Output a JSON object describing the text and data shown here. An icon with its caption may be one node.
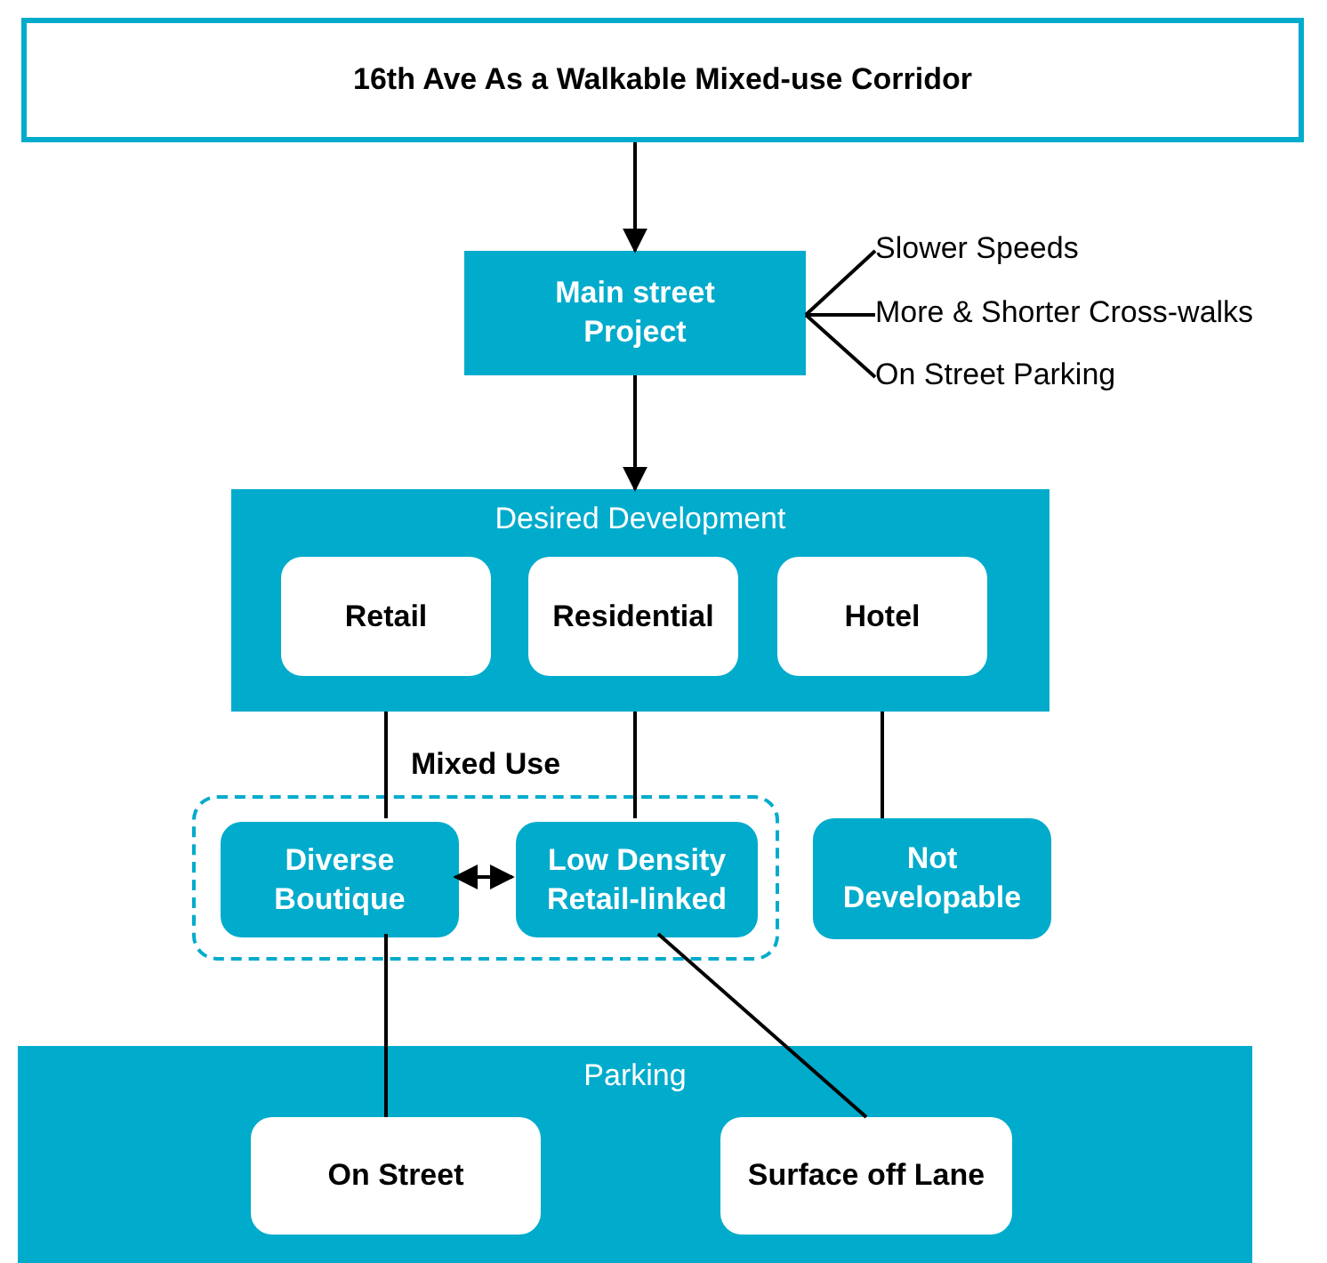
{
  "diagram": {
    "nodes": [
      {
        "text": [
          "16th Ave As a Walkable Mixed-use Corridor"
        ]
      },
      {
        "text": [
          "Main street Project"
        ]
      },
      {
        "text": [
          "Slower Speeds"
        ]
      },
      {
        "text": [
          "More & Shorter Cross-walks"
        ]
      },
      {
        "text": [
          "On Street Parking"
        ]
      },
      {
        "text": [
          "Desired Development"
        ]
      },
      {
        "text": [
          "Retail"
        ],
        "in": 5
      },
      {
        "text": [
          "Residential"
        ],
        "in": 5
      },
      {
        "text": [
          "Hotel"
        ],
        "in": 5
      },
      {
        "text": [
          "Mixed Use"
        ]
      },
      {
        "text": [
          "Diverse Boutique"
        ],
        "in": 9
      },
      {
        "text": [
          "Low Density Retail-linked"
        ],
        "in": 9
      },
      {
        "text": [
          "Not Developable"
        ]
      },
      {
        "text": [
          "Parking"
        ]
      },
      {
        "text": [
          "On Street"
        ],
        "in": 13
      },
      {
        "text": [
          "Surface off Lane"
        ],
        "in": 13
      }
    ],
    "edges": [
      {
        "from": 0,
        "to": 1,
        "arrow": "to"
      },
      {
        "from": 1,
        "to": 2,
        "arrow": "none"
      },
      {
        "from": 1,
        "to": 3,
        "arrow": "none"
      },
      {
        "from": 1,
        "to": 4,
        "arrow": "none"
      },
      {
        "from": 1,
        "to": 5,
        "arrow": "to"
      },
      {
        "from": 5,
        "to": 10,
        "arrow": "none"
      },
      {
        "from": 5,
        "to": 11,
        "arrow": "none"
      },
      {
        "from": 5,
        "to": 12,
        "arrow": "none"
      },
      {
        "from": 10,
        "to": 11,
        "arrow": "both"
      },
      {
        "from": 10,
        "to": 14,
        "arrow": "none"
      },
      {
        "from": 11,
        "to": 15,
        "arrow": "none"
      }
    ]
  }
}
